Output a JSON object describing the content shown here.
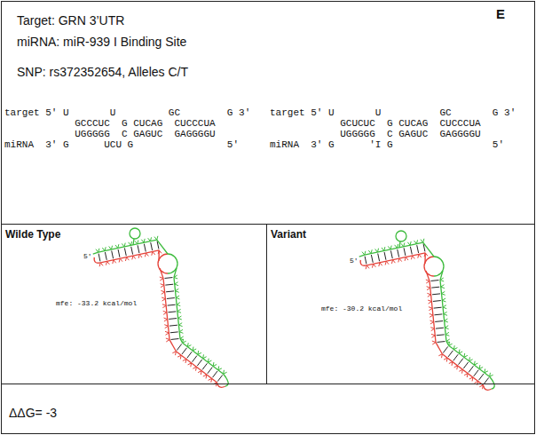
{
  "diagram": {
    "nodes": [
      {
        "text": [
          "Target: GRN 3’UTR",
          "miRNA: miR-939 I Binding Site",
          "SNP: rs372352654, Alleles C/T",
          "E"
        ]
      },
      {
        "text": [
          "Wilde Type",
          "5'",
          "mfe: -33.2 kcal/mol"
        ]
      },
      {
        "text": [
          "Variant",
          "5'",
          "mfe: -30.2 kcal/mol"
        ]
      },
      {
        "text": [
          "ΔΔG= -3"
        ]
      }
    ],
    "labels": [
      "target 5' U       U         GC        G 3'",
      "            GCCCUC  G CUCAG  CUCCCUA",
      "            UGGGGG  C GAGUC  GAGGGGU",
      "miRNA  3' G      UCU G                5'",
      "target 5' U       U          GC       G 3'",
      "            GCUCUC  G CUCAG  CUCCCUA",
      "            UGGGGG  C GAGUC  GAGGGGU",
      "miRNA  3' G      'I G                 5'"
    ]
  }
}
